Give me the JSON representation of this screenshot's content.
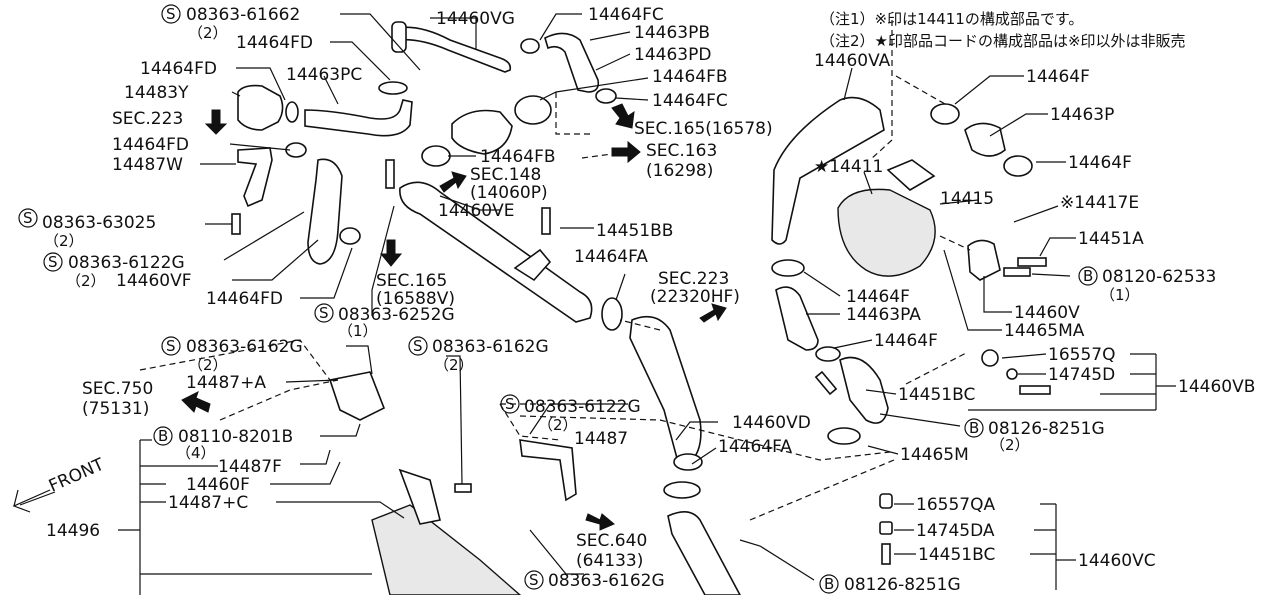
{
  "notes": {
    "note1": "（注1）※印は14411の構成部品です。",
    "note2": "（注2）★印部品コードの構成部品は※印以外は非販売"
  },
  "labels": {
    "l01": "08363-61662",
    "l01q": "（2）",
    "l02": "14460VG",
    "l03": "14464FC",
    "l04": "14463PB",
    "l05": "14464FD",
    "l06": "14463PD",
    "l07": "14464FD",
    "l08": "14463PC",
    "l09": "14464FB",
    "l10": "14483Y",
    "l11": "14464FC",
    "l12": "SEC.223",
    "l13": "SEC.165(16578)",
    "l14": "14464FD",
    "l15": "SEC.163",
    "l15b": "(16298)",
    "l16": "14464FB",
    "l17": "14487W",
    "l18": "SEC.148",
    "l18b": "(14060P)",
    "l19": "14460VE",
    "l20": "08363-63025",
    "l20q": "（2）",
    "l21": "14451BB",
    "l22": "08363-6122G",
    "l22q": "（2）",
    "l23": "14460VF",
    "l24": "14464FA",
    "l25": "SEC.165",
    "l25b": "(16588V)",
    "l26": "14464FD",
    "l27": "08363-6252G",
    "l27q": "（1）",
    "l28": "SEC.223",
    "l28b": "(22320HF)",
    "l29": "08363-6162G",
    "l29q": "（2）",
    "l30": "08363-6162G",
    "l30q": "（2）",
    "l31": "14487+A",
    "l32": "SEC.750",
    "l32b": "(75131)",
    "l33": "08363-6122G",
    "l33q": "（2）",
    "l34": "14487",
    "l35": "08110-8201B",
    "l35q": "（4）",
    "l36": "14460VD",
    "l37": "14487F",
    "l38": "14464FA",
    "l39": "14460F",
    "l40": "14487+C",
    "l41": "FRONT",
    "l42": "14496",
    "l43": "SEC.640",
    "l43b": "(64133)",
    "l44": "08363-6162G",
    "l45": "08126-8251G",
    "r01": "14460VA",
    "r02": "14464F",
    "r03": "14463P",
    "r04": "14464F",
    "r05": "★14411",
    "r06": "14415",
    "r07": "※14417E",
    "r08": "14451A",
    "r09": "08120-62533",
    "r09q": "（1）",
    "r10": "14464F",
    "r11": "14463PA",
    "r12": "14460V",
    "r13": "14465MA",
    "r14": "14464F",
    "r15": "16557Q",
    "r16": "14745D",
    "r17": "14460VB",
    "r18": "14451BC",
    "r19": "08126-8251G",
    "r19q": "（2）",
    "r20": "14465M",
    "r21": "16557QA",
    "r22": "14745DA",
    "r23": "14451BC",
    "r24": "14460VC"
  },
  "circle_marks": {
    "s": "S",
    "b": "B"
  }
}
